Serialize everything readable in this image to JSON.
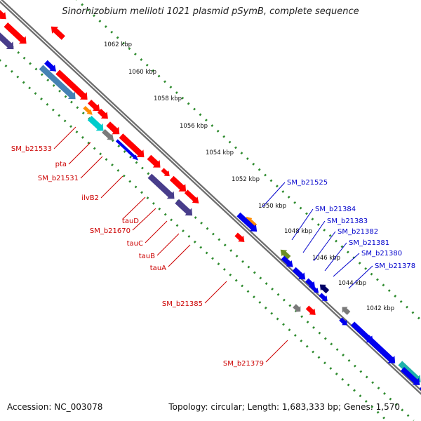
{
  "title": "Sinorhizobium meliloti 1021 plasmid pSymB, complete sequence",
  "footer": {
    "accession": "Accession: NC_003078",
    "stats": "Topology: circular; Length: 1,683,333 bp; Genes: 1,570"
  },
  "ticks": [
    "1062 kbp",
    "1060 kbp",
    "1058 kbp",
    "1056 kbp",
    "1054 kbp",
    "1052 kbp",
    "1050 kbp",
    "1048 kbp",
    "1046 kbp",
    "1044 kbp",
    "1042 kbp"
  ],
  "colors": {
    "backbone": "#6e6e6e",
    "dots": "#2e8b2e",
    "label_left": "#cc0000",
    "label_right": "#0000cc",
    "red": "#ff0000",
    "blue": "#0000ee",
    "steel": "#4682b4",
    "slate": "#483d8b",
    "cyan": "#00cccc",
    "orange": "#ff8c00",
    "gray": "#7a7a7a",
    "olive": "#6b8e23",
    "navy": "#000066",
    "turquoise": "#20b2aa"
  },
  "left_labels": [
    "SM_b21533",
    "pta",
    "SM_b21531",
    "ilvB2",
    "tauD",
    "SM_b21670",
    "tauC",
    "tauB",
    "tauA",
    "SM_b21385",
    "SM_b21379"
  ],
  "right_labels": [
    "SM_b21525",
    "SM_b21384",
    "SM_b21383",
    "SM_b21382",
    "SM_b21381",
    "SM_b21380",
    "SM_b21378"
  ],
  "features": [
    {
      "color": "red"
    },
    {
      "color": "steel"
    },
    {
      "color": "red"
    },
    {
      "color": "slate"
    },
    {
      "color": "red"
    },
    {
      "color": "blue"
    },
    {
      "color": "steel"
    },
    {
      "color": "red"
    },
    {
      "color": "red"
    },
    {
      "color": "orange"
    },
    {
      "color": "red"
    },
    {
      "color": "cyan"
    },
    {
      "color": "red"
    },
    {
      "color": "gray"
    },
    {
      "color": "red"
    },
    {
      "color": "blue"
    },
    {
      "color": "red"
    },
    {
      "color": "red"
    },
    {
      "color": "red"
    },
    {
      "color": "slate"
    },
    {
      "color": "red"
    },
    {
      "color": "slate"
    },
    {
      "color": "orange"
    },
    {
      "color": "steel"
    },
    {
      "color": "blue"
    },
    {
      "color": "red"
    },
    {
      "color": "olive"
    },
    {
      "color": "blue"
    },
    {
      "color": "blue"
    },
    {
      "color": "blue"
    },
    {
      "color": "navy"
    },
    {
      "color": "blue"
    },
    {
      "color": "blue"
    },
    {
      "color": "gray"
    },
    {
      "color": "blue"
    },
    {
      "color": "red"
    },
    {
      "color": "gray"
    },
    {
      "color": "blue"
    },
    {
      "color": "turquoise"
    },
    {
      "color": "blue"
    },
    {
      "color": "blue"
    },
    {
      "color": "blue"
    }
  ]
}
